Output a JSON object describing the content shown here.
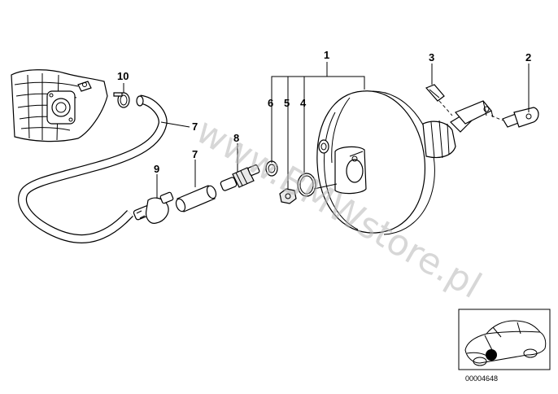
{
  "diagram": {
    "callouts": {
      "c1": "1",
      "c2": "2",
      "c3": "3",
      "c4": "4",
      "c5": "5",
      "c6": "6",
      "c7a": "7",
      "c7b": "7",
      "c8": "8",
      "c9": "9",
      "c10": "10"
    },
    "watermark": "www.BMWstore.pl",
    "thumbnail": {
      "reference_number": "00004648"
    }
  }
}
